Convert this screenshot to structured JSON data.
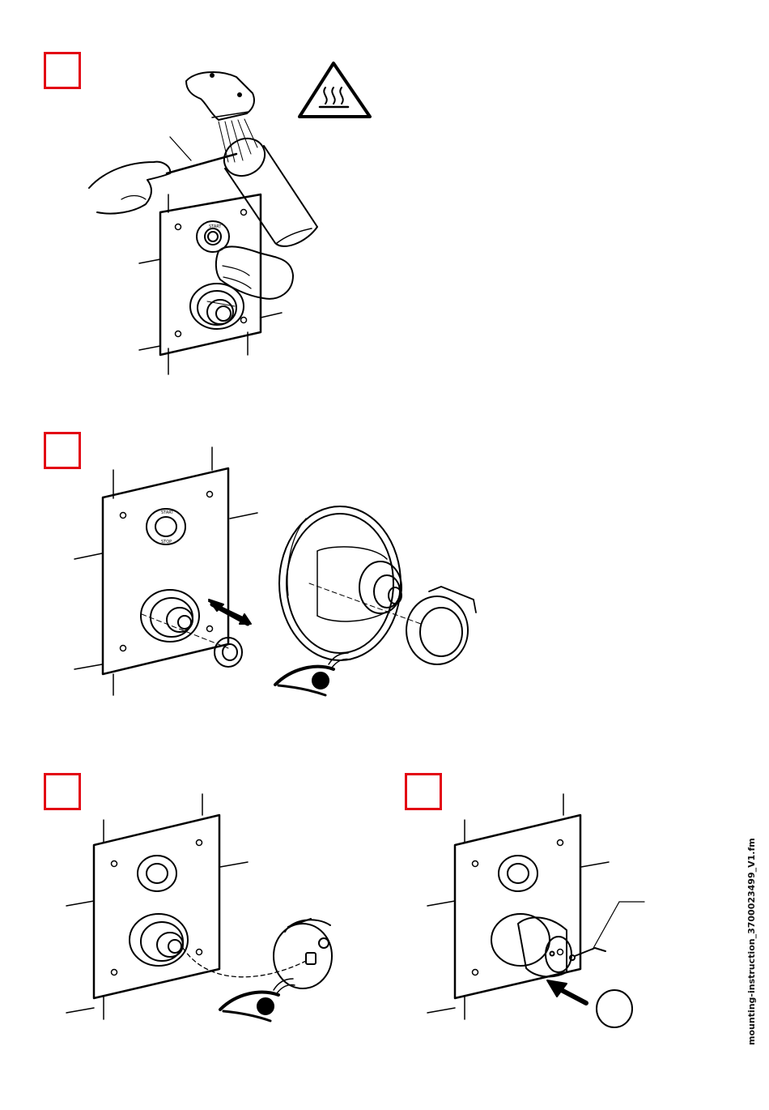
{
  "document": {
    "footer_filename": "mounting-instruction_3700023499_V1.fm",
    "button_label_top": "START",
    "button_label_bottom": "STOP",
    "accent_color": "#e30613"
  },
  "steps": [
    {
      "id": "step-1",
      "label": ""
    },
    {
      "id": "step-2",
      "label": ""
    },
    {
      "id": "step-3",
      "label": ""
    },
    {
      "id": "step-4",
      "label": ""
    }
  ],
  "icons": {
    "warning": "hot-surface-warning-icon",
    "eye": "eye-icon"
  }
}
